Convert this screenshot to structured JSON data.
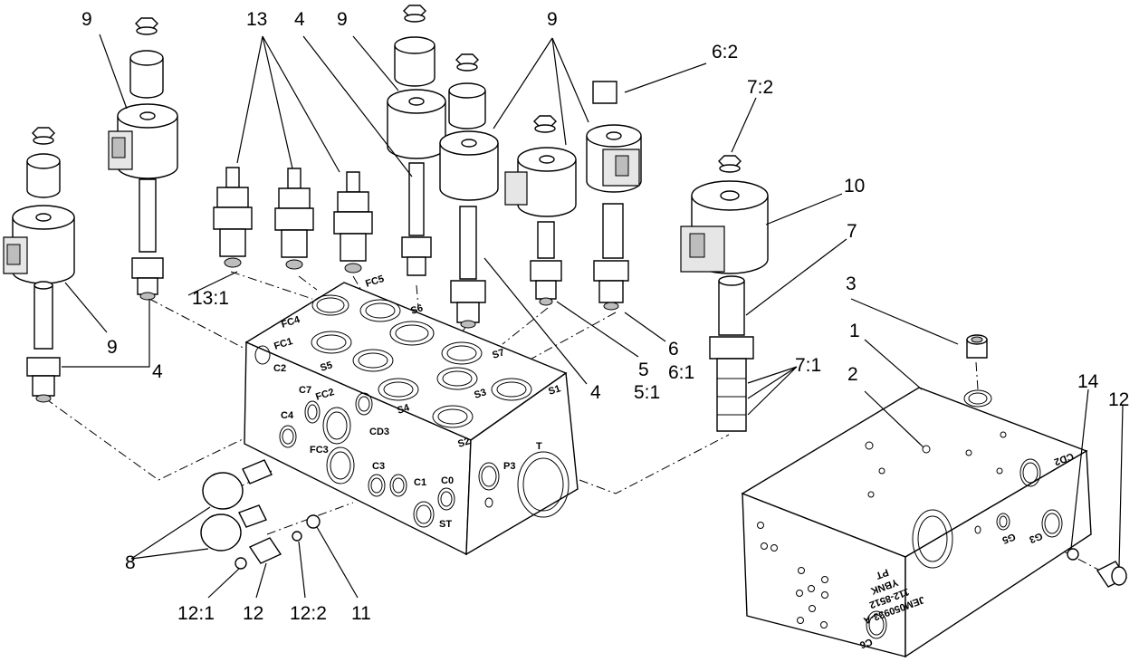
{
  "diagram": {
    "callouts": [
      {
        "id": "c1",
        "text": "9"
      },
      {
        "id": "c2",
        "text": "13"
      },
      {
        "id": "c3",
        "text": "4"
      },
      {
        "id": "c4",
        "text": "9"
      },
      {
        "id": "c5",
        "text": "9"
      },
      {
        "id": "c6",
        "text": "6:2"
      },
      {
        "id": "c7",
        "text": "7:2"
      },
      {
        "id": "c8",
        "text": "10"
      },
      {
        "id": "c9",
        "text": "7"
      },
      {
        "id": "c10",
        "text": "9"
      },
      {
        "id": "c11",
        "text": "13:1"
      },
      {
        "id": "c12",
        "text": "9"
      },
      {
        "id": "c13",
        "text": "4"
      },
      {
        "id": "c14",
        "text": "4"
      },
      {
        "id": "c15",
        "text": "5"
      },
      {
        "id": "c16",
        "text": "5:1"
      },
      {
        "id": "c17",
        "text": "6"
      },
      {
        "id": "c18",
        "text": "6:1"
      },
      {
        "id": "c19",
        "text": "3"
      },
      {
        "id": "c20",
        "text": "1"
      },
      {
        "id": "c21",
        "text": "2"
      },
      {
        "id": "c22",
        "text": "7:1"
      },
      {
        "id": "c23",
        "text": "14"
      },
      {
        "id": "c24",
        "text": "12"
      },
      {
        "id": "c25",
        "text": "8"
      },
      {
        "id": "c26",
        "text": "12:1"
      },
      {
        "id": "c27",
        "text": "12"
      },
      {
        "id": "c28",
        "text": "12:2"
      },
      {
        "id": "c29",
        "text": "11"
      }
    ],
    "ports": [
      {
        "id": "p1",
        "text": "FC5"
      },
      {
        "id": "p2",
        "text": "S6"
      },
      {
        "id": "p3",
        "text": "FC4"
      },
      {
        "id": "p4",
        "text": "FC1"
      },
      {
        "id": "p5",
        "text": "S5"
      },
      {
        "id": "p6",
        "text": "C2"
      },
      {
        "id": "p7",
        "text": "S7"
      },
      {
        "id": "p8",
        "text": "C7"
      },
      {
        "id": "p9",
        "text": "FC2"
      },
      {
        "id": "p10",
        "text": "S3"
      },
      {
        "id": "p11",
        "text": "S1"
      },
      {
        "id": "p12",
        "text": "C4"
      },
      {
        "id": "p13",
        "text": "S4"
      },
      {
        "id": "p14",
        "text": "CD3"
      },
      {
        "id": "p15",
        "text": "S2"
      },
      {
        "id": "p16",
        "text": "T"
      },
      {
        "id": "p17",
        "text": "FC3"
      },
      {
        "id": "p18",
        "text": "C3"
      },
      {
        "id": "p19",
        "text": "C0"
      },
      {
        "id": "p20",
        "text": "P3"
      },
      {
        "id": "p21",
        "text": "C1"
      },
      {
        "id": "p22",
        "text": "ST"
      },
      {
        "id": "p23",
        "text": "CD2"
      },
      {
        "id": "p24",
        "text": "G5"
      },
      {
        "id": "p25",
        "text": "G3"
      },
      {
        "id": "p26",
        "text": "C6"
      }
    ],
    "stamp": [
      "JEM050933-A",
      "112-8512",
      "YBNK",
      "PT"
    ]
  }
}
